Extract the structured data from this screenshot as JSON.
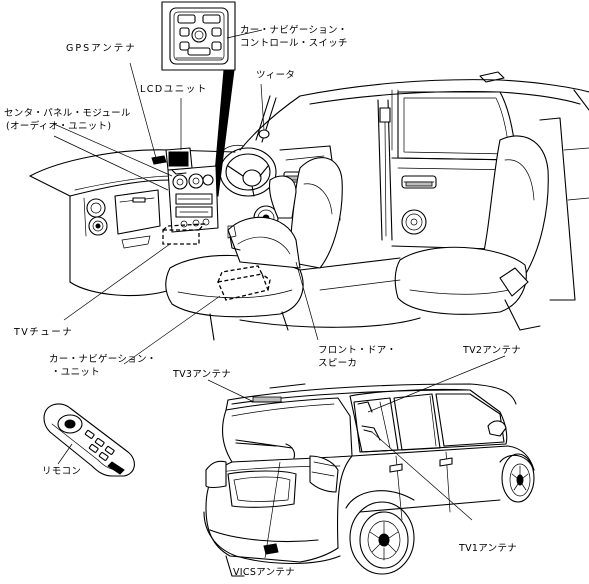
{
  "labels": {
    "nav_switch_line1": "カー・ナビゲーション・",
    "nav_switch_line2": "コントロール・スイッチ",
    "gps_antenna": "GPSアンテナ",
    "lcd_unit": "LCDユニット",
    "tweeter": "ツィータ",
    "center_panel_line1": "センタ・パネル・モジュール",
    "center_panel_line2": "(オーディオ・ユニット)",
    "tv_tuner": "TVチューナ",
    "nav_unit_line1": "カー・ナビゲーション・",
    "nav_unit_line2": "・ユニット",
    "front_door_speaker_line1": "フロント・ドア・",
    "front_door_speaker_line2": "スピーカ",
    "tv2_antenna": "TV2アンテナ",
    "tv3_antenna": "TV3アンテナ",
    "remote": "リモコン",
    "tv1_antenna": "TV1アンテナ",
    "vics_antenna": "VICSアンテナ"
  },
  "icons": {
    "control_switch_inset": "navigation-control-switch-icon",
    "remote_control": "remote-control-icon",
    "car_interior": "car-interior-cutaway-icon",
    "car_exterior": "car-rear-exterior-icon"
  },
  "colors": {
    "line": "#000000",
    "background": "#ffffff",
    "shade": "#bdbdbd"
  }
}
